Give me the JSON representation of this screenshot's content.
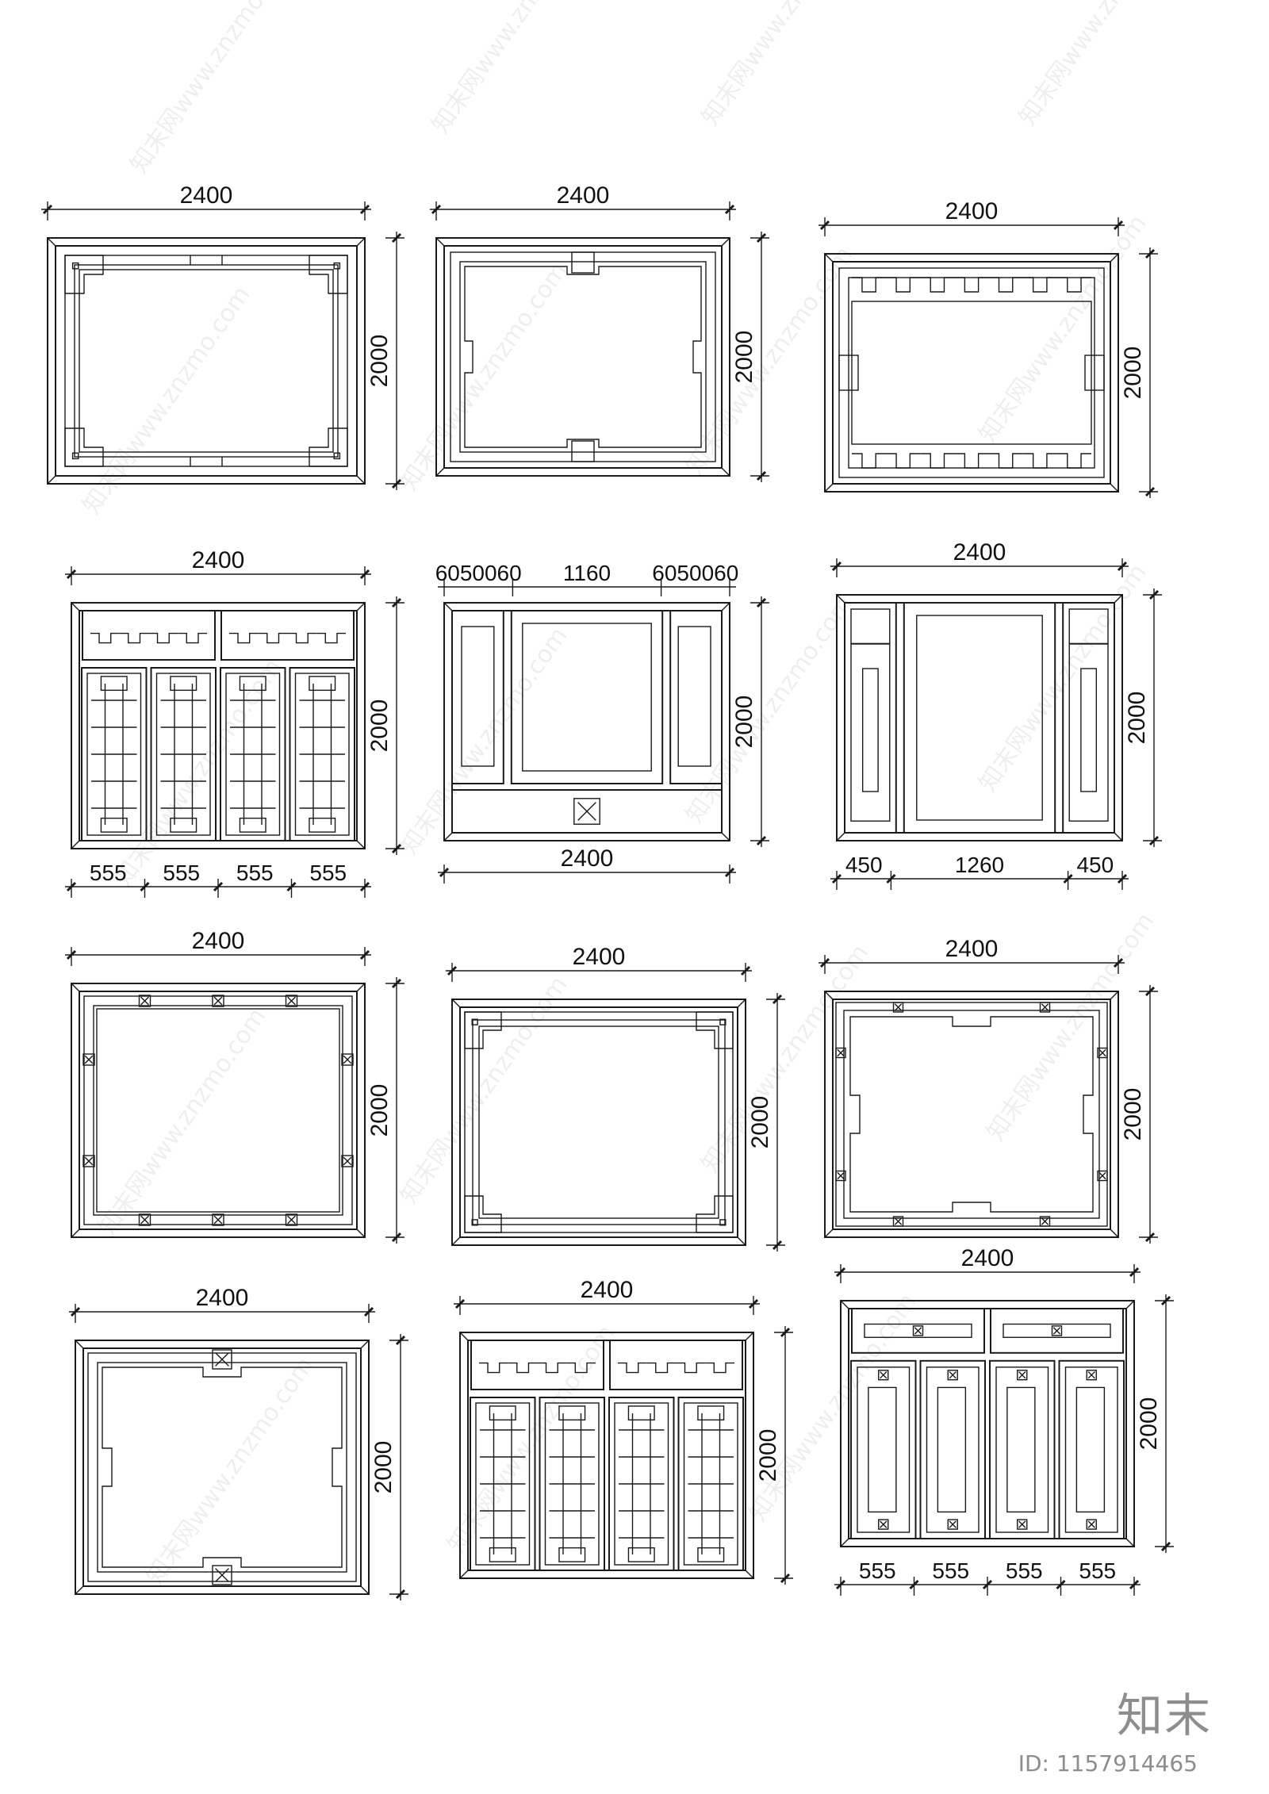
{
  "logo_text": "知末",
  "id_text": "ID: 1157914465",
  "watermark_text": "知末网www.znzmo.com",
  "panels": [
    {
      "width_label": "2400",
      "height_label": "2000",
      "pattern": "fret-corners-square"
    },
    {
      "width_label": "2400",
      "height_label": "2000",
      "pattern": "stepped-border-frame"
    },
    {
      "width_label": "2400",
      "height_label": "2000",
      "pattern": "meander-top-bottom"
    },
    {
      "width_label": "2400",
      "height_label": "2000",
      "pattern": "four-leaf-lattice-doors",
      "bottom_dims": [
        "555",
        "555",
        "555",
        "555"
      ]
    },
    {
      "width_label": "2400",
      "height_label": "2000",
      "pattern": "three-panel-with-base",
      "top_dims": [
        "6050060",
        "1160",
        "6050060"
      ]
    },
    {
      "width_label": "2400",
      "height_label": "2000",
      "pattern": "three-panel-tall",
      "bottom_dims": [
        "450",
        "1260",
        "450"
      ]
    },
    {
      "width_label": "2400",
      "height_label": "2000",
      "pattern": "bead-knot-frame"
    },
    {
      "width_label": "2400",
      "height_label": "2000",
      "pattern": "fret-corners-tall"
    },
    {
      "width_label": "2400",
      "height_label": "2000",
      "pattern": "cross-knot-stepped"
    },
    {
      "width_label": "2400",
      "height_label": "2000",
      "pattern": "medallion-stepped"
    },
    {
      "width_label": "2400",
      "height_label": "2000",
      "pattern": "four-leaf-lattice-doors-b"
    },
    {
      "width_label": "2400",
      "height_label": "2000",
      "pattern": "four-leaf-tall-panels",
      "bottom_dims": [
        "555",
        "555",
        "555",
        "555"
      ]
    }
  ]
}
